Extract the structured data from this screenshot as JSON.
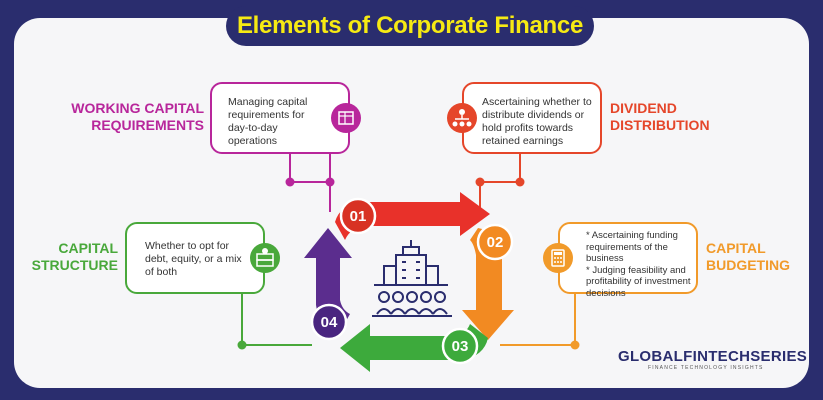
{
  "title": "Elements of Corporate Finance",
  "elements": [
    {
      "step": "01",
      "heading_line1": "WORKING CAPITAL",
      "heading_line2": "REQUIREMENTS",
      "text": "Managing capital requirements for day-to-day operations",
      "color": "#b8269b",
      "icon": "ledger-icon"
    },
    {
      "step": "02",
      "heading_line1": "DIVIDEND",
      "heading_line2": "DISTRIBUTION",
      "text": "Ascertaining whether to distribute dividends or hold profits towards retained earnings",
      "color": "#e5462a",
      "icon": "hierarchy-icon"
    },
    {
      "step": "03",
      "heading_line1": "CAPITAL",
      "heading_line2": "BUDGETING",
      "bullets": [
        "* Ascertaining funding requirements of the business",
        "* Judging feasibility and profitability of investment decisions"
      ],
      "color": "#f19a2a",
      "icon": "calculator-icon"
    },
    {
      "step": "04",
      "heading_line1": "CAPITAL",
      "heading_line2": "STRUCTURE",
      "text": "Whether to opt for debt, equity, or a mix of both",
      "color": "#49a83b",
      "icon": "money-stack-icon"
    }
  ],
  "brand": {
    "name_bold": "GLOBAL",
    "name_rest": "FINTECHSERIES",
    "tagline": "FINANCE TECHNOLOGY INSIGHTS"
  },
  "colors": {
    "background": "#2a2d6e",
    "title": "#f6ea13",
    "red": "#e8312a",
    "orange": "#f28a22",
    "green": "#3daa3c",
    "purple": "#5b2d8e"
  }
}
